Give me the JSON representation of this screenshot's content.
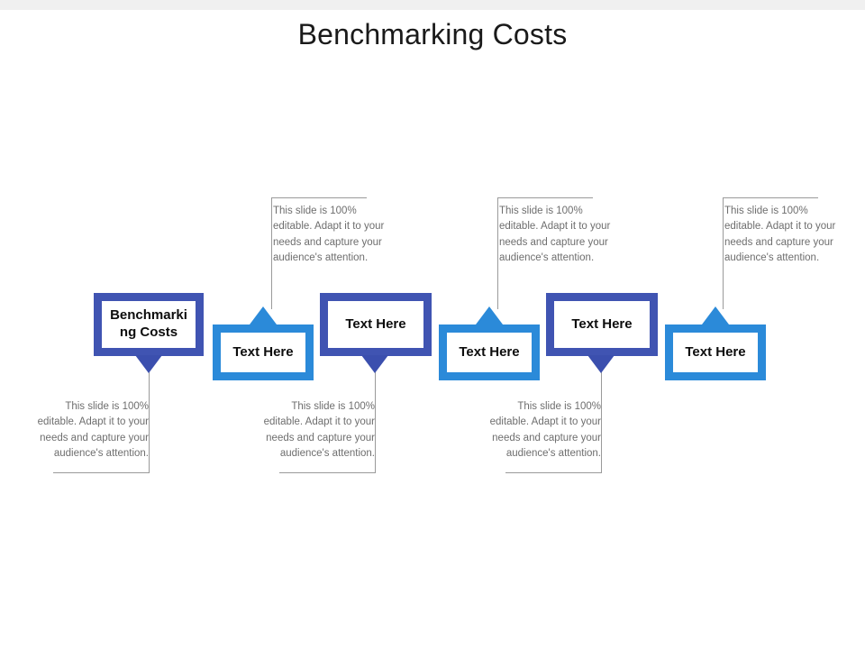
{
  "slide": {
    "title": "Benchmarking Costs",
    "body_text": "This slide is 100% editable. Adapt it to your needs and capture your audience's attention."
  },
  "colors": {
    "dark_blue": "#4054b2",
    "light_blue": "#2b8ad9",
    "caption_gray": "#6e6e6e",
    "line_gray": "#9a9a9a",
    "top_strip": "#f0f0f0"
  },
  "nodes": [
    {
      "label": "Benchmarking Costs",
      "style": "dark",
      "pointer": "down"
    },
    {
      "label": "Text Here",
      "style": "light",
      "pointer": "up"
    },
    {
      "label": "Text Here",
      "style": "dark",
      "pointer": "down"
    },
    {
      "label": "Text Here",
      "style": "light",
      "pointer": "up"
    },
    {
      "label": "Text Here",
      "style": "dark",
      "pointer": "down"
    },
    {
      "label": "Text Here",
      "style": "light",
      "pointer": "up"
    }
  ],
  "captions": {
    "top": [
      {
        "text": "This slide is 100% editable. Adapt it to your needs and capture your audience's attention."
      },
      {
        "text": "This slide is 100% editable. Adapt it to your needs and capture your audience's attention."
      },
      {
        "text": "This slide is 100% editable. Adapt it to your needs and capture your audience's attention."
      }
    ],
    "bottom": [
      {
        "text": "This slide is 100% editable. Adapt it to your needs and capture your audience's attention."
      },
      {
        "text": "This slide is 100% editable. Adapt it to your needs and capture your audience's attention."
      },
      {
        "text": "This slide is 100% editable. Adapt it to your needs and capture your audience's attention."
      }
    ]
  }
}
